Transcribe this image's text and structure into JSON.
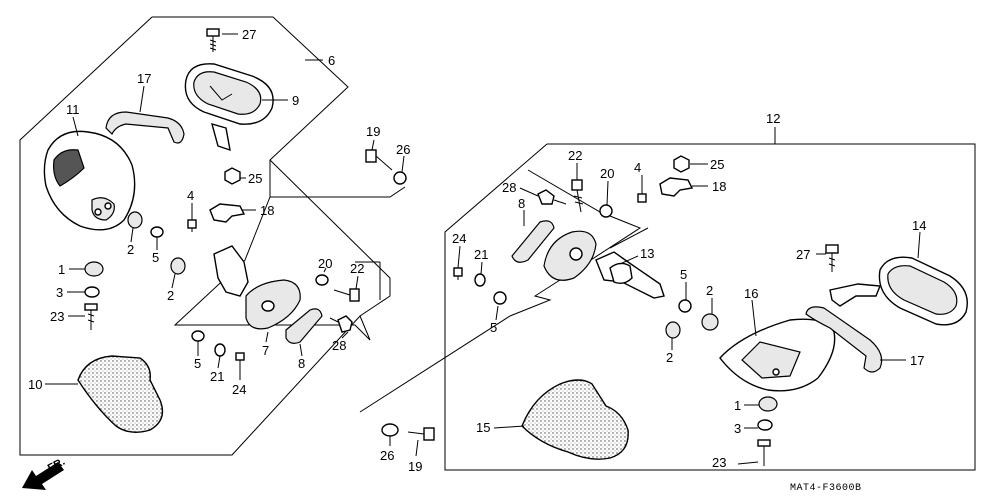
{
  "diagram": {
    "drawing_code": "MAT4-F3600B",
    "front_indicator": "FR.",
    "labels": {
      "l1": "1",
      "l2": "2",
      "l2b": "2",
      "l3": "3",
      "l4": "4",
      "l5": "5",
      "l5b": "5",
      "l6": "6",
      "l7": "7",
      "l8": "8",
      "l9": "9",
      "l10": "10",
      "l11": "11",
      "l17": "17",
      "l18": "18",
      "l19": "19",
      "l20": "20",
      "l21": "21",
      "l22": "22",
      "l23": "23",
      "l24": "24",
      "l25": "25",
      "l26": "26",
      "l27": "27",
      "l28": "28",
      "r1": "1",
      "r2": "2",
      "r2b": "2",
      "r3": "3",
      "r4": "4",
      "r5": "5",
      "r5b": "5",
      "r8": "8",
      "r12": "12",
      "r13": "13",
      "r14": "14",
      "r15": "15",
      "r16": "16",
      "r17": "17",
      "r18": "18",
      "r19": "19",
      "r20": "20",
      "r21": "21",
      "r22": "22",
      "r23": "23",
      "r24": "24",
      "r25": "25",
      "r26": "26",
      "r27": "27",
      "r28": "28"
    }
  }
}
